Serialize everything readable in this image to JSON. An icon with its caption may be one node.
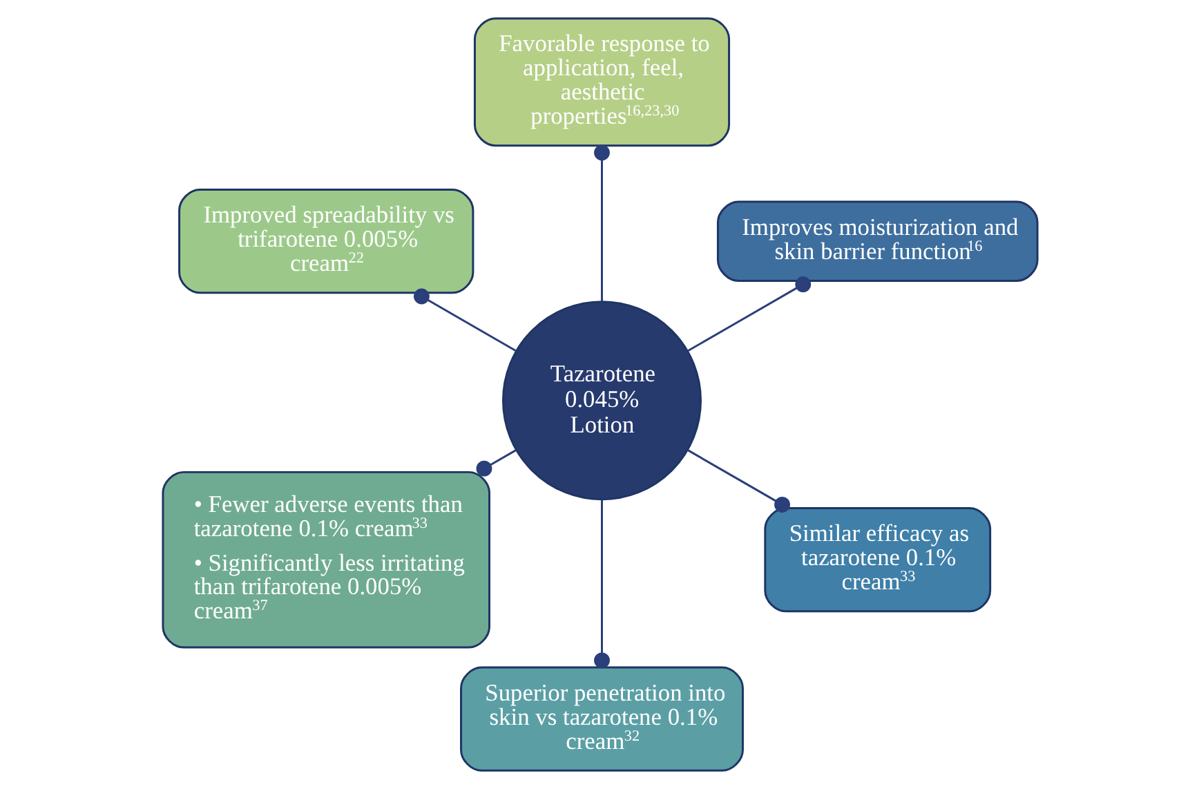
{
  "diagram": {
    "nodes": [
      {
        "text": [
          "Improves moisturization and skin barrier function$^{16}$"
        ]
      },
      {
        "text": [
          "Favorable response to application, feel, aesthetic properties$^{16,23,30}$"
        ]
      },
      {
        "text": [
          "Similar efficacy as tazarotene 0.1% cream$^{33}$"
        ]
      },
      {
        "text": [
          "Tazarotene 0.045% Lotion"
        ]
      },
      {
        "text": [
          "Improved spreadability vs trifarotene 0.005% cream$^{22}$"
        ]
      },
      {
        "text": [
          "Superior penetration into skin vs tazarotene 0.1% cream$^{32}$"
        ]
      },
      {
        "text": [
          "• Fewer adverse events than tazarotene 0.1% cream$^{33}$",
          "• Significantly less irritating than trifarotene 0.005% cream$^{37}$"
        ]
      }
    ],
    "edges": [
      {
        "from": 3,
        "to": 0,
        "arrow": "other"
      },
      {
        "from": 3,
        "to": 1,
        "arrow": "other"
      },
      {
        "from": 3,
        "to": 2,
        "arrow": "other"
      },
      {
        "from": 3,
        "to": 4,
        "arrow": "other"
      },
      {
        "from": 3,
        "to": 5,
        "arrow": "other"
      },
      {
        "from": 3,
        "to": 6,
        "arrow": "other"
      }
    ]
  }
}
